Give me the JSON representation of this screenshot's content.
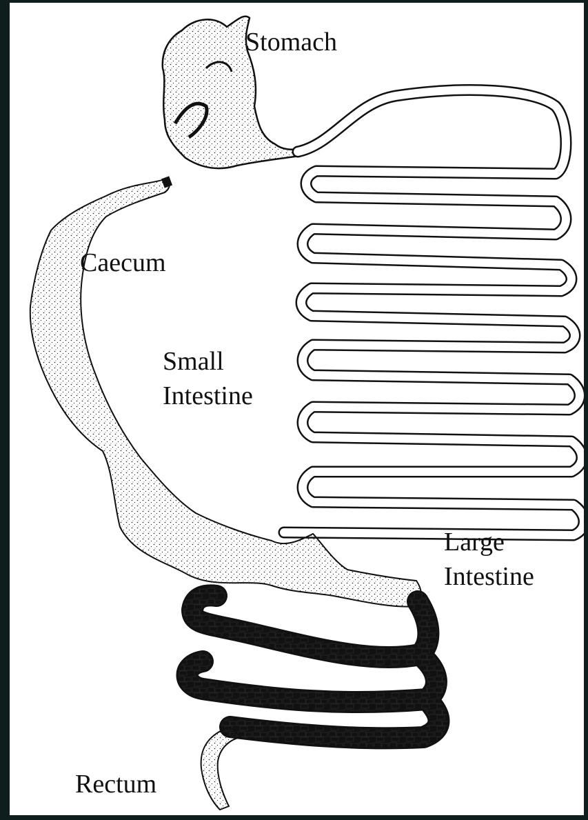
{
  "diagram": {
    "labels": {
      "stomach": "Stomach",
      "caecum": "Caecum",
      "small_intestine": [
        "Small",
        "Intestine"
      ],
      "large_intestine": [
        "Large",
        "Intestine"
      ],
      "rectum": "Rectum"
    },
    "colors": {
      "frame_background": "#0e1e1c",
      "paper": "#ffffff",
      "ink": "#111111"
    }
  }
}
